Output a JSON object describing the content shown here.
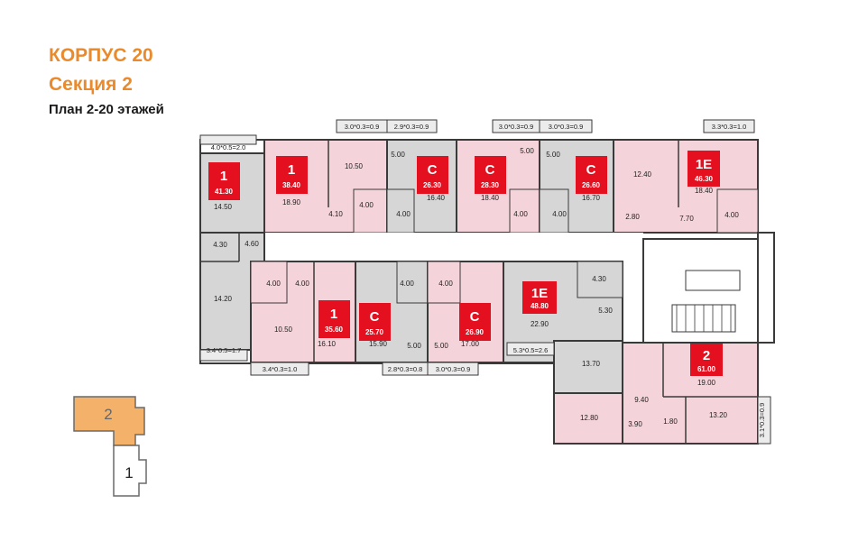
{
  "header": {
    "building": "КОРПУС 20",
    "section": "Секция 2",
    "plan": "План 2-20 этажей"
  },
  "colors": {
    "accent": "#e98a2c",
    "apartment_pink": "#f5d3da",
    "apartment_gray": "#d6d6d6",
    "tag_red": "#e4101f",
    "wall": "#3a3a3a"
  },
  "apartments": [
    {
      "type": "1",
      "area": "41.30"
    },
    {
      "type": "1",
      "area": "38.40"
    },
    {
      "type": "C",
      "area": "26.30"
    },
    {
      "type": "C",
      "area": "28.30"
    },
    {
      "type": "C",
      "area": "26.60"
    },
    {
      "type": "1E",
      "area": "46.30"
    },
    {
      "type": "1",
      "area": "35.60"
    },
    {
      "type": "C",
      "area": "25.70"
    },
    {
      "type": "C",
      "area": "26.90"
    },
    {
      "type": "1E",
      "area": "48.80"
    },
    {
      "type": "2",
      "area": "61.00"
    }
  ],
  "rooms": [
    "14.50",
    "4.30",
    "4.60",
    "14.20",
    "18.90",
    "10.50",
    "4.10",
    "4.00",
    "5.00",
    "16.40",
    "4.00",
    "18.40",
    "5.00",
    "4.00",
    "5.00",
    "16.70",
    "4.00",
    "12.40",
    "2.80",
    "18.40",
    "7.70",
    "4.00",
    "4.00",
    "4.00",
    "10.50",
    "16.10",
    "4.00",
    "15.90",
    "5.00",
    "4.00",
    "5.00",
    "17.00",
    "4.30",
    "22.90",
    "5.30",
    "13.70",
    "9.40",
    "19.00",
    "12.80",
    "3.90",
    "1.80",
    "13.20"
  ],
  "balconies": [
    "4.0*0.5=2.0",
    "3.0*0.3=0.9",
    "2.9*0.3=0.9",
    "3.0*0.3=0.9",
    "3.0*0.3=0.9",
    "3.3*0.3=1.0",
    "3.4*0.5=1.7",
    "3.4*0.3=1.0",
    "2.8*0.3=0.8",
    "3.0*0.3=0.9",
    "5.3*0.5=2.6",
    "3.1*0.3=0.9"
  ],
  "key_plan": {
    "section_2": "2",
    "section_1": "1"
  }
}
